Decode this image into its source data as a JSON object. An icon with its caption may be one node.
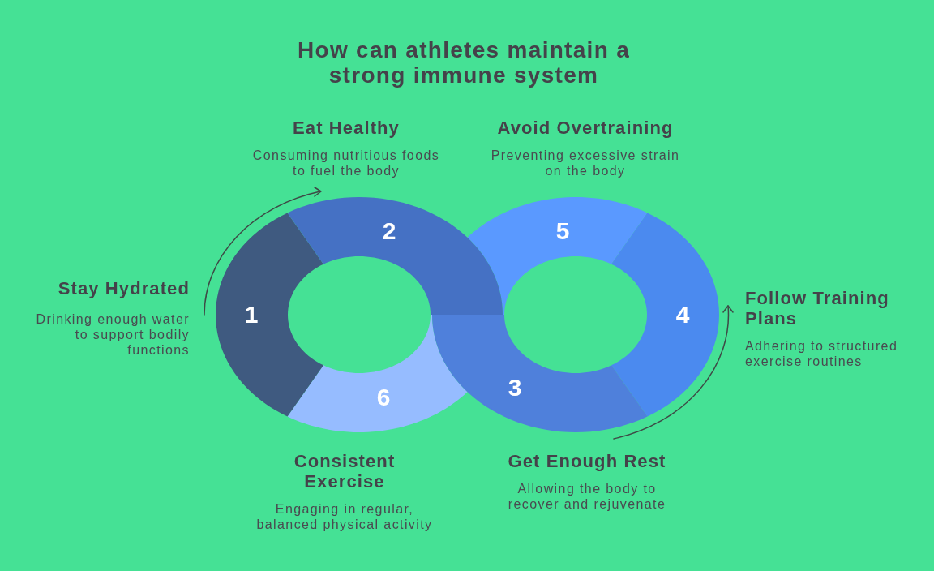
{
  "diagram": {
    "title": "How can athletes maintain a strong immune system",
    "nodes": [
      {
        "text": [
          "1"
        ],
        "beside": [
          "Stay Hydrated",
          "Drinking enough water to support bodily functions"
        ]
      },
      {
        "text": [
          "2"
        ],
        "beside": [
          "Eat Healthy",
          "Consuming nutritious foods to fuel the body"
        ]
      },
      {
        "text": [
          "3"
        ],
        "beside": [
          "Get Enough Rest",
          "Allowing the body to recover and rejuvenate"
        ]
      },
      {
        "text": [
          "4"
        ],
        "beside": [
          "Follow Training Plans",
          "Adhering to structured exercise routines"
        ]
      },
      {
        "text": [
          "5"
        ],
        "beside": [
          "Avoid Overtraining",
          "Preventing excessive strain on the body"
        ]
      },
      {
        "text": [
          "6"
        ],
        "beside": [
          "Consistent Exercise",
          "Engaging in regular, balanced physical activity"
        ]
      }
    ]
  }
}
